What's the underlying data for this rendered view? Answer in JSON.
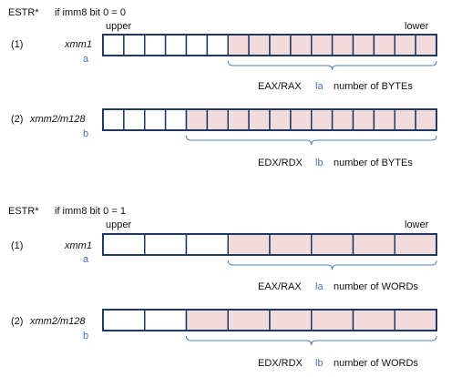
{
  "colors": {
    "border": "#1f3864",
    "filled": "#f2dcdb",
    "empty": "#ffffff",
    "brace": "#4f81bd",
    "var_text": "#4472c4"
  },
  "sections": [
    {
      "header": "ESTR*",
      "condition": "if imm8 bit 0 = 0",
      "upper_label": "upper",
      "lower_label": "lower",
      "cell_count": 16,
      "rows": [
        {
          "number": "(1)",
          "operand": "xmm1",
          "var": "a",
          "filled_cells": 10,
          "length_register": "EAX/RAX",
          "length_var": "la",
          "length_desc": "number of BYTEs"
        },
        {
          "number": "(2)",
          "operand": "xmm2/m128",
          "var": "b",
          "filled_cells": 12,
          "length_register": "EDX/RDX",
          "length_var": "lb",
          "length_desc": "number of BYTEs"
        }
      ]
    },
    {
      "header": "ESTR*",
      "condition": "if imm8 bit 0 = 1",
      "upper_label": "upper",
      "lower_label": "lower",
      "cell_count": 8,
      "rows": [
        {
          "number": "(1)",
          "operand": "xmm1",
          "var": "a",
          "filled_cells": 5,
          "length_register": "EAX/RAX",
          "length_var": "la",
          "length_desc": "number of WORDs"
        },
        {
          "number": "(2)",
          "operand": "xmm2/m128",
          "var": "b",
          "filled_cells": 6,
          "length_register": "EDX/RDX",
          "length_var": "lb",
          "length_desc": "number of WORDs"
        }
      ]
    }
  ]
}
